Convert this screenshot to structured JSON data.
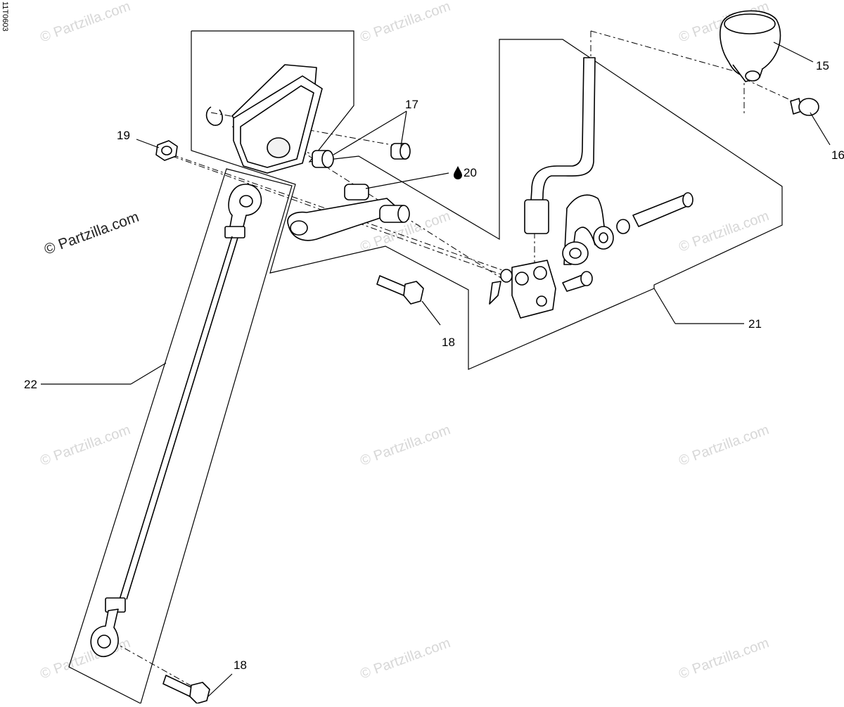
{
  "diagram": {
    "reference_code": "11T0603",
    "watermark_text": "© Partzilla.com",
    "callouts": {
      "c15": "15",
      "c16": "16",
      "c17": "17",
      "c18a": "18",
      "c18b": "18",
      "c19": "19",
      "c20": "20",
      "c21": "21",
      "c22": "22"
    },
    "icons": {
      "lubricant": "oil-drop-icon"
    }
  }
}
